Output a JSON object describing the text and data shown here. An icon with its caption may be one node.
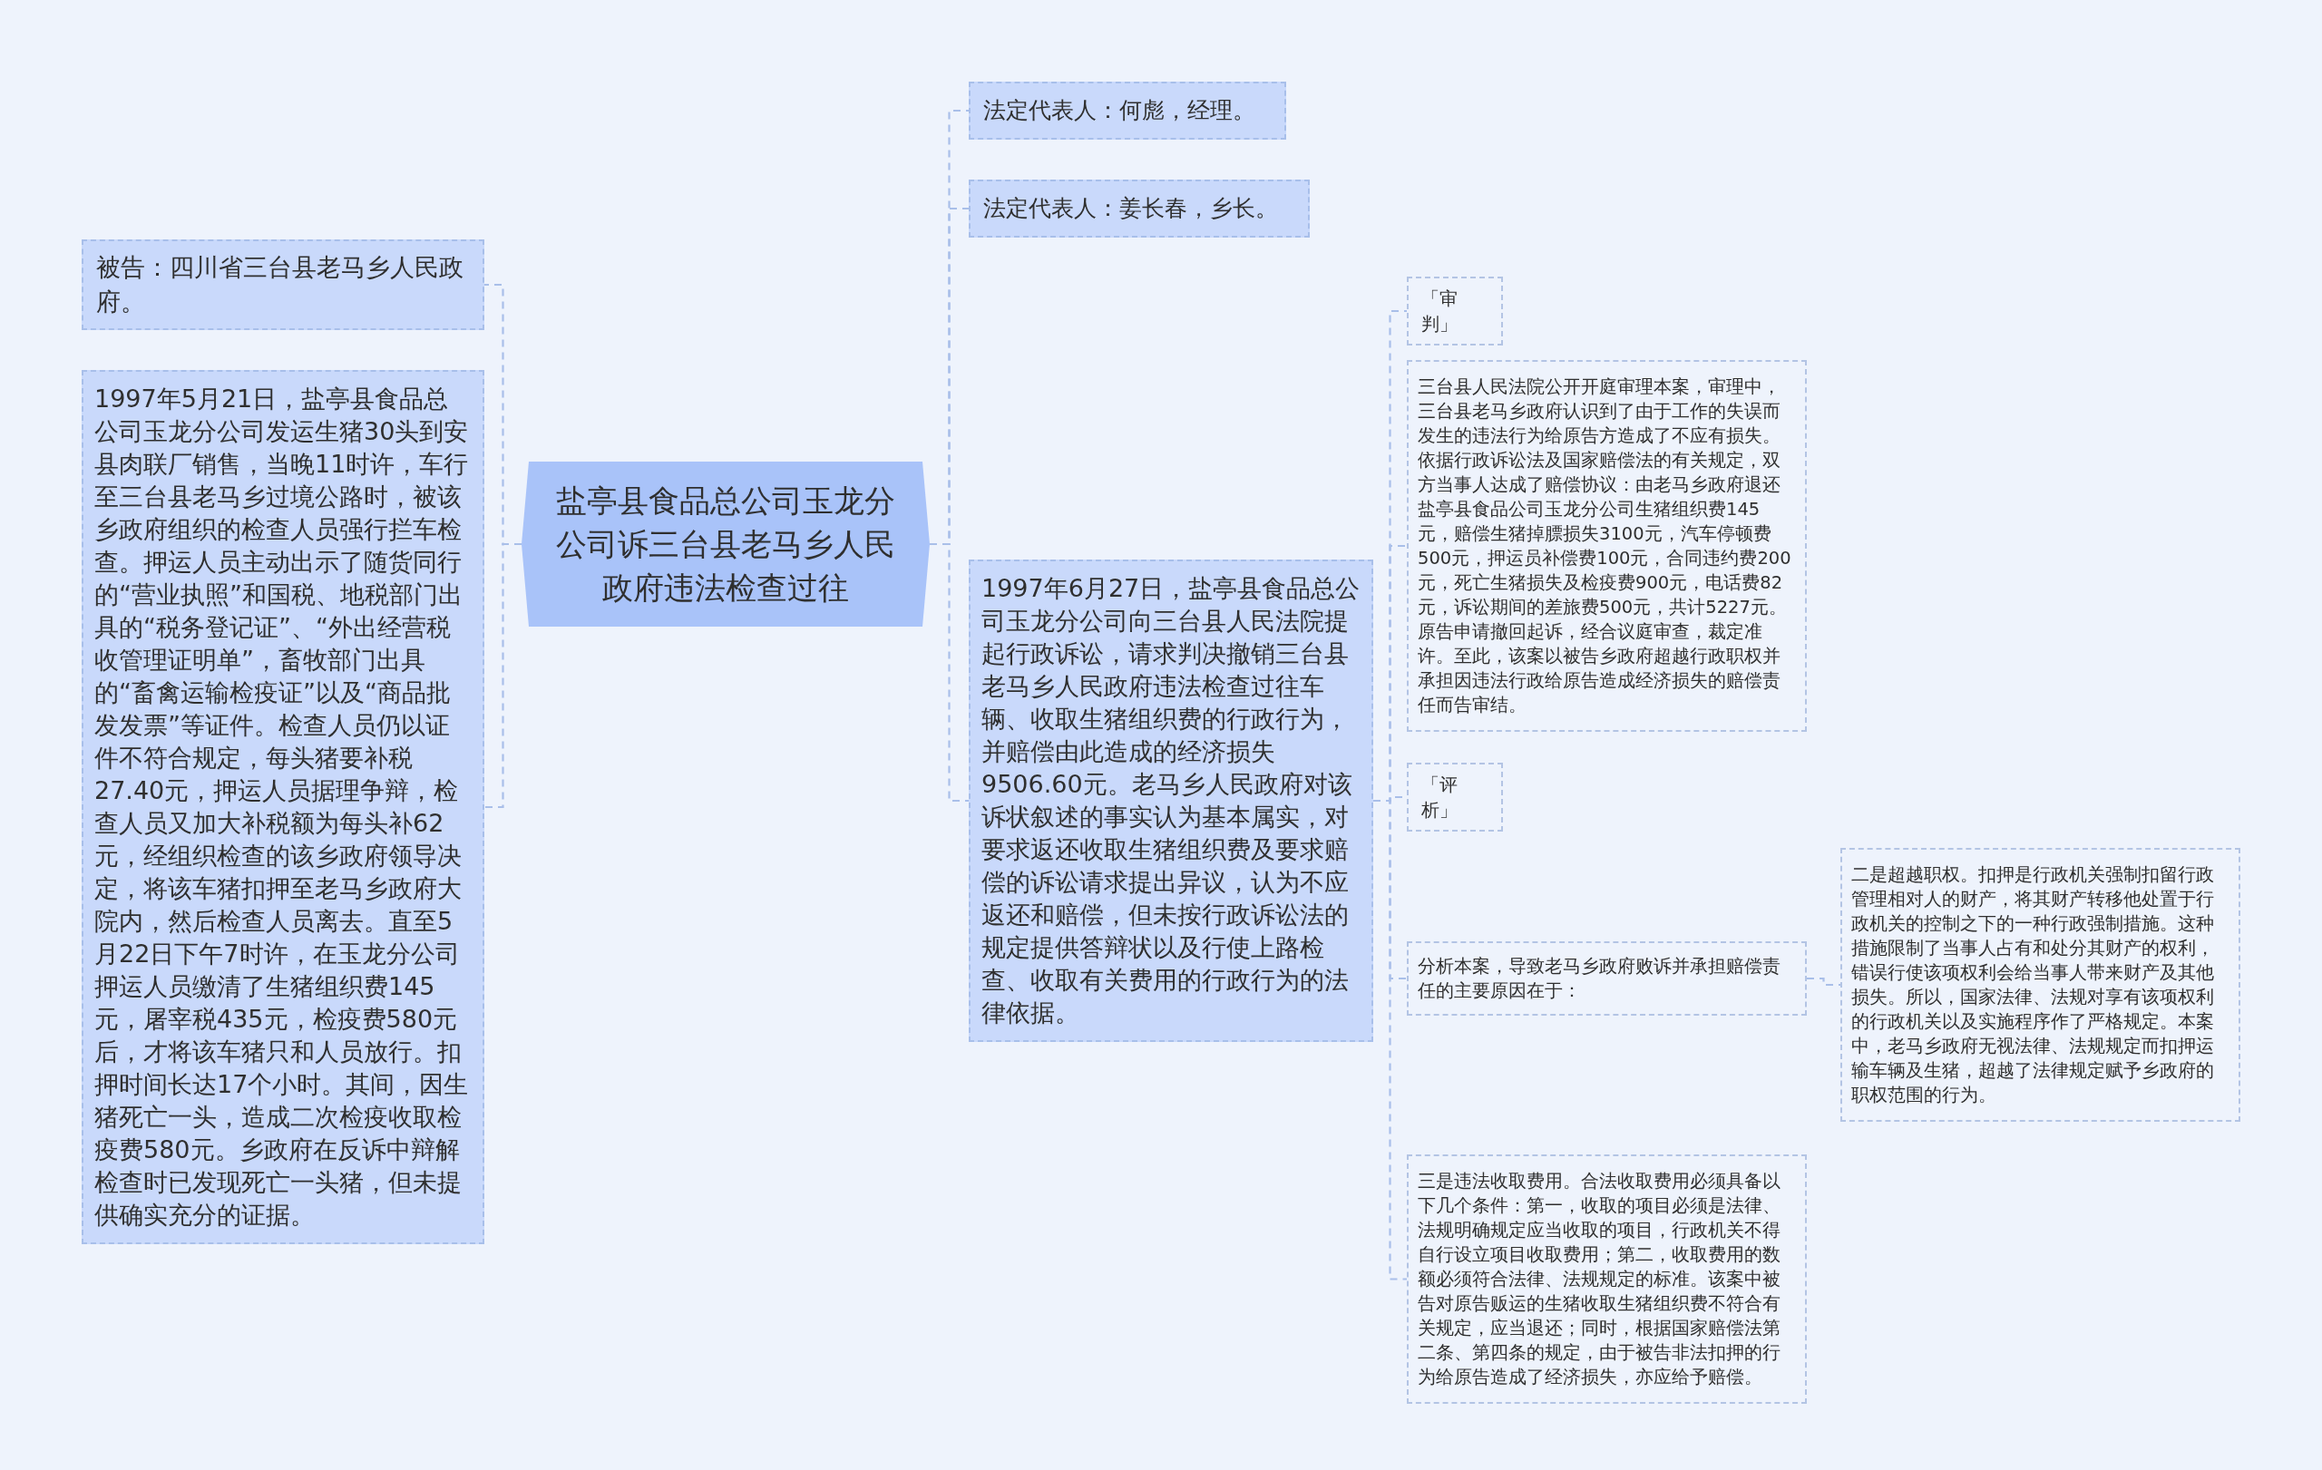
{
  "diagram": {
    "nodes": [
      {
        "text": [
          "盐亭县食品总公司玉龙分公司诉三台县老马乡人民政府违法检查过往"
        ]
      },
      {
        "text": [
          "被告：四川省三台县老马乡人民政府。"
        ]
      },
      {
        "text": [
          "1997年5月21日，盐亭县食品总公司玉龙分公司发运生猪30头到安县肉联厂销售，当晚11时许，车行至三台县老马乡过境公路时，被该乡政府组织的检查人员强行拦车检查。押运人员主动出示了随货同行的“营业执照”和国税、地税部门出具的“税务登记证”、“外出经营税收管理证明单”，畜牧部门出具的“畜禽运输检疫证”以及“商品批发发票”等证件。检查人员仍以证件不符合规定，每头猪要补税27.40元，押运人员据理争辩，检查人员又加大补税额为每头补62元，经组织检查的该乡政府领导决定，将该车猪扣押至老马乡政府大院内，然后检查人员离去。直至5月22日下午7时许，在玉龙分公司押运人员缴清了生猪组织费145元，屠宰税435元，检疫费580元后，才将该车猪只和人员放行。扣押时间长达17个小时。其间，因生猪死亡一头，造成二次检疫收取检疫费580元。乡政府在反诉中辩解检查时已发现死亡一头猪，但未提供确实充分的证据。"
        ]
      },
      {
        "text": [
          "法定代表人：何彪，经理。"
        ]
      },
      {
        "text": [
          "法定代表人：姜长春，乡长。"
        ]
      },
      {
        "text": [
          "1997年6月27日，盐亭县食品总公司玉龙分公司向三台县人民法院提起行政诉讼，请求判决撤销三台县老马乡人民政府违法检查过往车辆、收取生猪组织费的行政行为，并赔偿由此造成的经济损失9506.60元。老马乡人民政府对该诉状叙述的事实认为基本属实，对要求返还收取生猪组织费及要求赔偿的诉讼请求提出异议，认为不应返还和赔偿，但未按行政诉讼法的规定提供答辩状以及行使上路检查、收取有关费用的行政行为的法律依据。"
        ]
      },
      {
        "text": [
          "「审判」"
        ]
      },
      {
        "text": [
          "三台县人民法院公开开庭审理本案，审理中，三台县老马乡政府认识到了由于工作的失误而发生的违法行为给原告方造成了不应有损失。依据行政诉讼法及国家赔偿法的有关规定，双方当事人达成了赔偿协议：由老马乡政府退还盐亭县食品公司玉龙分公司生猪组织费145元，赔偿生猪掉膘损失3100元，汽车停顿费500元，押运员补偿费100元，合同违约费200元，死亡生猪损失及检疫费900元，电话费82元，诉讼期间的差旅费500元，共计5227元。原告申请撤回起诉，经合议庭审查，裁定准许。至此，该案以被告乡政府超越行政职权并承担因违法行政给原告造成经济损失的赔偿责任而告审结。"
        ]
      },
      {
        "text": [
          "「评析」"
        ]
      },
      {
        "text": [
          "分析本案，导致老马乡政府败诉并承担赔偿责任的主要原因在于："
        ]
      },
      {
        "text": [
          "二是超越职权。扣押是行政机关强制扣留行政管理相对人的财产，将其财产转移他处置于行政机关的控制之下的一种行政强制措施。这种措施限制了当事人占有和处分其财产的权利，错误行使该项权利会给当事人带来财产及其他损失。所以，国家法律、法规对享有该项权利的行政机关以及实施程序作了严格规定。本案中，老马乡政府无视法律、法规规定而扣押运输车辆及生猪，超越了法律规定赋予乡政府的职权范围的行为。"
        ]
      },
      {
        "text": [
          "三是违法收取费用。合法收取费用必须具备以下几个条件：第一，收取的项目必须是法律、法规明确规定应当收取的项目，行政机关不得自行设立项目收取费用；第二，收取费用的数额必须符合法律、法规规定的标准。该案中被告对原告贩运的生猪收取生猪组织费不符合有关规定，应当退还；同时，根据国家赔偿法第二条、第四条的规定，由于被告非法扣押的行为给原告造成了经济损失，亦应给予赔偿。"
        ]
      }
    ],
    "edges": [
      {
        "from": 0,
        "to": 1,
        "arrow": "none",
        "style": "dashed"
      },
      {
        "from": 0,
        "to": 2,
        "arrow": "none",
        "style": "dashed"
      },
      {
        "from": 0,
        "to": 3,
        "arrow": "none",
        "style": "dashed"
      },
      {
        "from": 0,
        "to": 4,
        "arrow": "none",
        "style": "dashed"
      },
      {
        "from": 0,
        "to": 5,
        "arrow": "none",
        "style": "dashed"
      },
      {
        "from": 5,
        "to": 6,
        "arrow": "none",
        "style": "dashed"
      },
      {
        "from": 5,
        "to": 7,
        "arrow": "none",
        "style": "dashed"
      },
      {
        "from": 5,
        "to": 8,
        "arrow": "none",
        "style": "dashed"
      },
      {
        "from": 5,
        "to": 9,
        "arrow": "none",
        "style": "dashed"
      },
      {
        "from": 9,
        "to": 10,
        "arrow": "none",
        "style": "dashed"
      },
      {
        "from": 5,
        "to": 11,
        "arrow": "none",
        "style": "dashed"
      }
    ]
  }
}
